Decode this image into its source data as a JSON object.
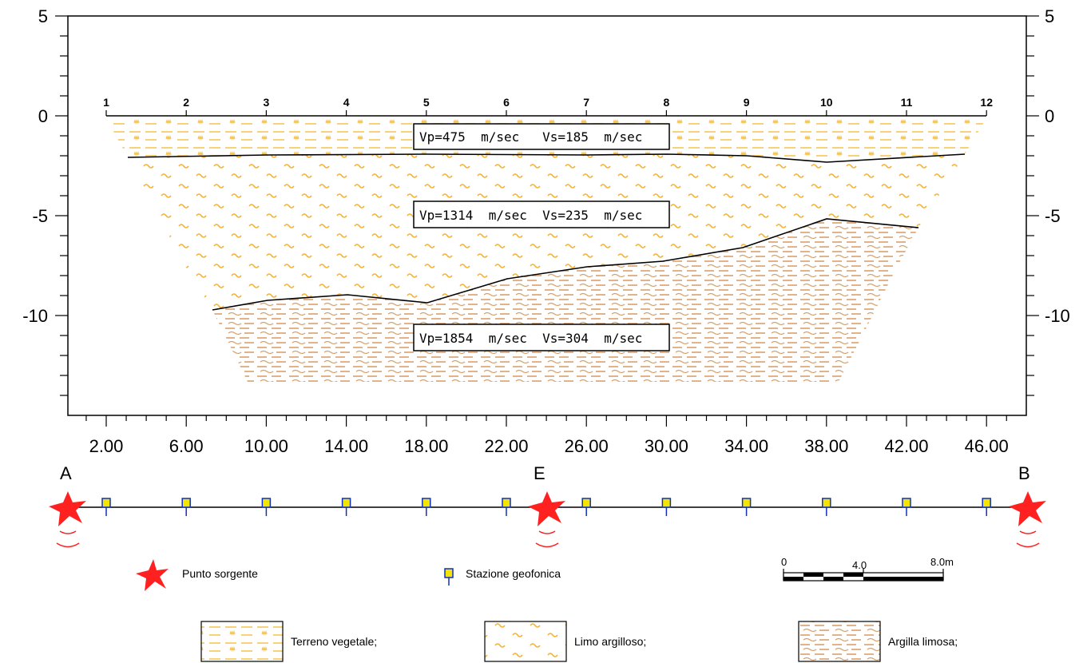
{
  "section": {
    "y_axis_labels": [
      "5",
      "0",
      "-5",
      "-10"
    ],
    "x_axis_labels": [
      "2.00",
      "6.00",
      "10.00",
      "14.00",
      "18.00",
      "22.00",
      "26.00",
      "30.00",
      "34.00",
      "38.00",
      "42.00",
      "46.00"
    ],
    "station_numbers": [
      "1",
      "2",
      "3",
      "4",
      "5",
      "6",
      "7",
      "8",
      "9",
      "10",
      "11",
      "12"
    ],
    "layers": [
      {
        "velocity_label": "Vp=475  m/sec   Vs=185  m/sec",
        "color": "#f5c24a"
      },
      {
        "velocity_label": "Vp=1314  m/sec  Vs=235  m/sec",
        "color": "#f5b335"
      },
      {
        "velocity_label": "Vp=1854  m/sec  Vs=304  m/sec",
        "color": "#d9a06c"
      }
    ]
  },
  "survey_line": {
    "points": [
      "A",
      "E",
      "B"
    ],
    "source_color": "#ff2020",
    "geophone_color": "#f4e500",
    "geophone_stem_color": "#1030c0"
  },
  "legend": {
    "source_label": "Punto sorgente",
    "geophone_label": "Stazione geofonica",
    "scale_labels": [
      "0",
      "4.0",
      "8.0m"
    ],
    "materials": [
      {
        "label": "Terreno vegetale;"
      },
      {
        "label": "Limo argilloso;"
      },
      {
        "label": "Argilla limosa;"
      }
    ]
  }
}
